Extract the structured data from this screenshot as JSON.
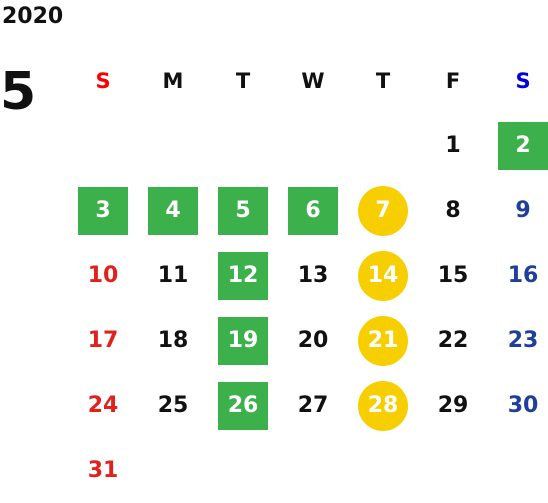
{
  "calendar": {
    "year": "2020",
    "month": "5",
    "weekdays": [
      "S",
      "M",
      "T",
      "W",
      "T",
      "F",
      "S"
    ],
    "weeks": [
      [
        "",
        "",
        "",
        "",
        "",
        "1",
        "2"
      ],
      [
        "3",
        "4",
        "5",
        "6",
        "7",
        "8",
        "9"
      ],
      [
        "10",
        "11",
        "12",
        "13",
        "14",
        "15",
        "16"
      ],
      [
        "17",
        "18",
        "19",
        "20",
        "21",
        "22",
        "23"
      ],
      [
        "24",
        "25",
        "26",
        "27",
        "28",
        "29",
        "30"
      ],
      [
        "31",
        "",
        "",
        "",
        "",
        "",
        ""
      ]
    ],
    "highlight_green": [
      "2",
      "3",
      "4",
      "5",
      "6",
      "12",
      "19",
      "26"
    ],
    "highlight_yellow": [
      "7",
      "14",
      "21",
      "28"
    ]
  },
  "colors": {
    "green": "#3cb04a",
    "yellow": "#f7ce00",
    "sunday": "#e2211c",
    "saturday": "#1f3f99"
  }
}
